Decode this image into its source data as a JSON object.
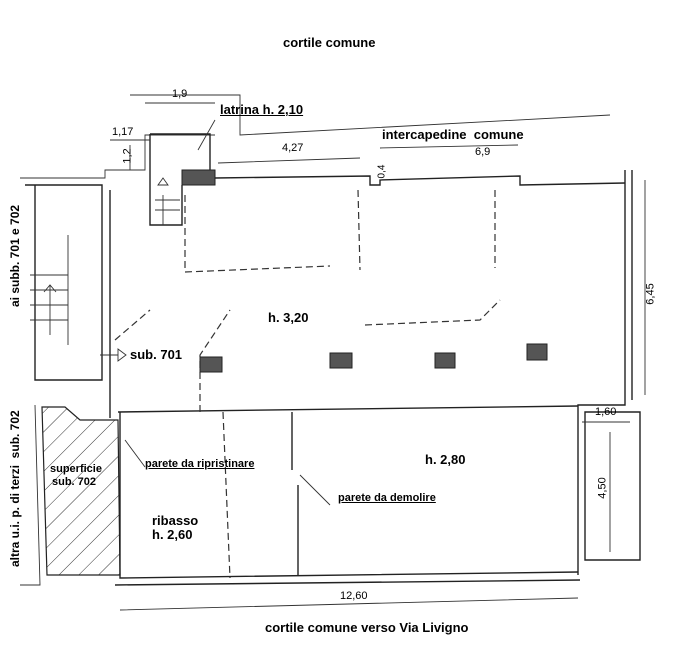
{
  "labels": {
    "top_courtyard": "cortile comune",
    "latrine": "latrina h. 2,10",
    "cavity": "intercapedine  comune",
    "main_height": "h. 3,20",
    "sub701": "sub. 701",
    "to_subs": "ai subb. 701 e 702",
    "other_unit": "altra u.i. p. di terzi  sub. 702",
    "surface_1": "superficie",
    "surface_2": "sub. 702",
    "wall_restore": "parete da ripristinare",
    "wall_demolish": "parete da demolire",
    "room_height_280": "h. 2,80",
    "lowered_1": "ribasso",
    "lowered_2": "h. 2,60",
    "bottom_courtyard": "cortile comune verso Via Livigno"
  },
  "dimensions": {
    "d1": "1,9",
    "d2": "1,17",
    "d3": "1,2",
    "d4": "4,27",
    "d5": "6,9",
    "d6": "0,4",
    "d7": "6,45",
    "d8": "1,60",
    "d9": "4,50",
    "d10": "12,60"
  }
}
